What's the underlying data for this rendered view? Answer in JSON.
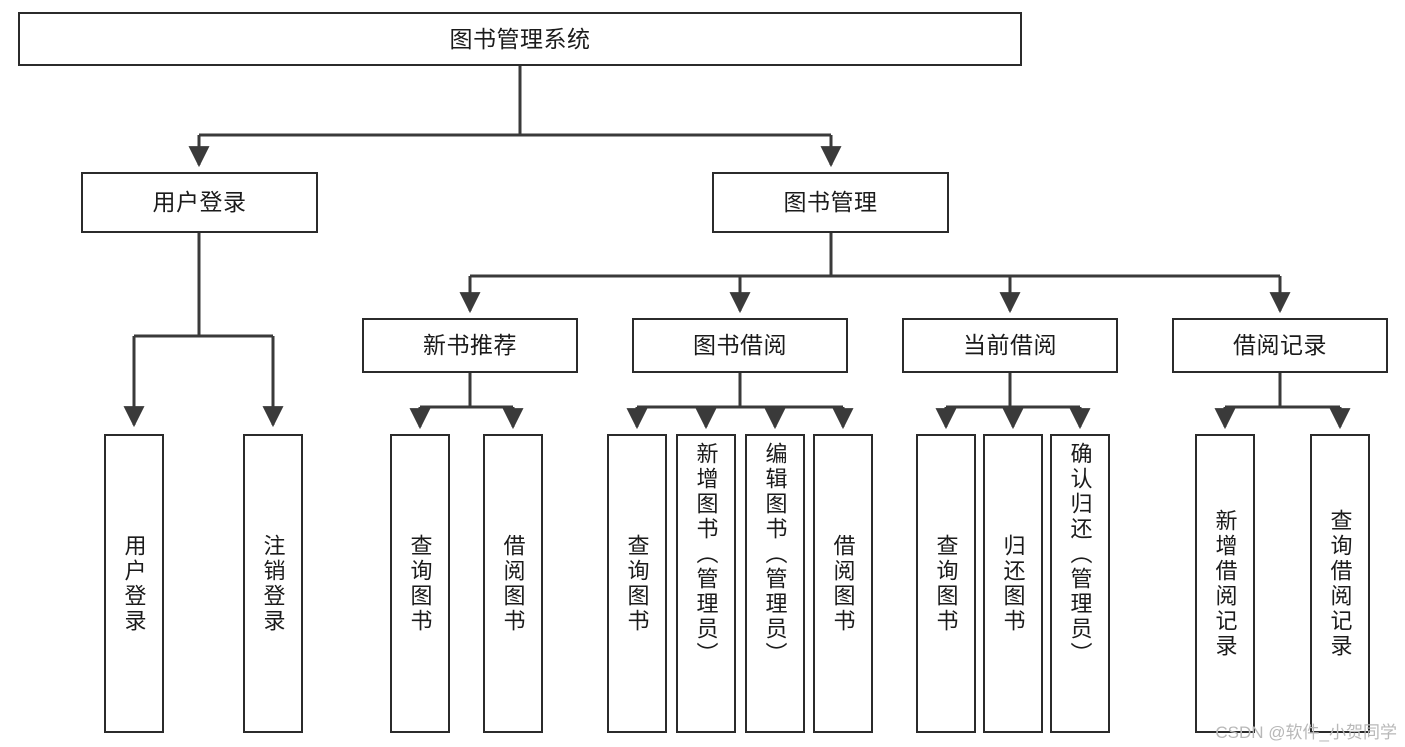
{
  "diagram": {
    "type": "tree-hierarchy",
    "title": "图书管理系统",
    "background_color": "#ffffff",
    "box_border_color": "#2b2b2b",
    "connector_color": "#3a3a3a",
    "text_color": "#1b1b1b"
  },
  "nodes": {
    "root": {
      "label": "图书管理系统",
      "level": 0
    },
    "level1": [
      {
        "id": "user-login",
        "label": "用户登录"
      },
      {
        "id": "book-management",
        "label": "图书管理"
      }
    ],
    "level2": [
      {
        "id": "new-book-recommend",
        "label": "新书推荐",
        "parent": "book-management"
      },
      {
        "id": "book-borrow",
        "label": "图书借阅",
        "parent": "book-management"
      },
      {
        "id": "current-borrow",
        "label": "当前借阅",
        "parent": "book-management"
      },
      {
        "id": "borrow-record",
        "label": "借阅记录",
        "parent": "book-management"
      }
    ],
    "leaves": {
      "user_login": [
        {
          "id": "leaf-user-login",
          "label": "用户登录"
        },
        {
          "id": "leaf-logout",
          "label": "注销登录"
        }
      ],
      "new_book_recommend": [
        {
          "id": "leaf-query-book-1",
          "label": "查询图书"
        },
        {
          "id": "leaf-borrow-book-1",
          "label": "借阅图书"
        }
      ],
      "book_borrow": [
        {
          "id": "leaf-query-book-2",
          "label": "查询图书"
        },
        {
          "id": "leaf-add-book",
          "label": "新增图书（管理员）"
        },
        {
          "id": "leaf-edit-book",
          "label": "编辑图书（管理员）"
        },
        {
          "id": "leaf-borrow-book-2",
          "label": "借阅图书"
        }
      ],
      "current_borrow": [
        {
          "id": "leaf-query-book-3",
          "label": "查询图书"
        },
        {
          "id": "leaf-return-book",
          "label": "归还图书"
        },
        {
          "id": "leaf-confirm-return",
          "label": "确认归还（管理员）"
        }
      ],
      "borrow_record": [
        {
          "id": "leaf-add-record",
          "label": "新增借阅记录"
        },
        {
          "id": "leaf-query-record",
          "label": "查询借阅记录"
        }
      ]
    }
  },
  "watermark": {
    "text": "CSDN @软件_小贺同学"
  }
}
